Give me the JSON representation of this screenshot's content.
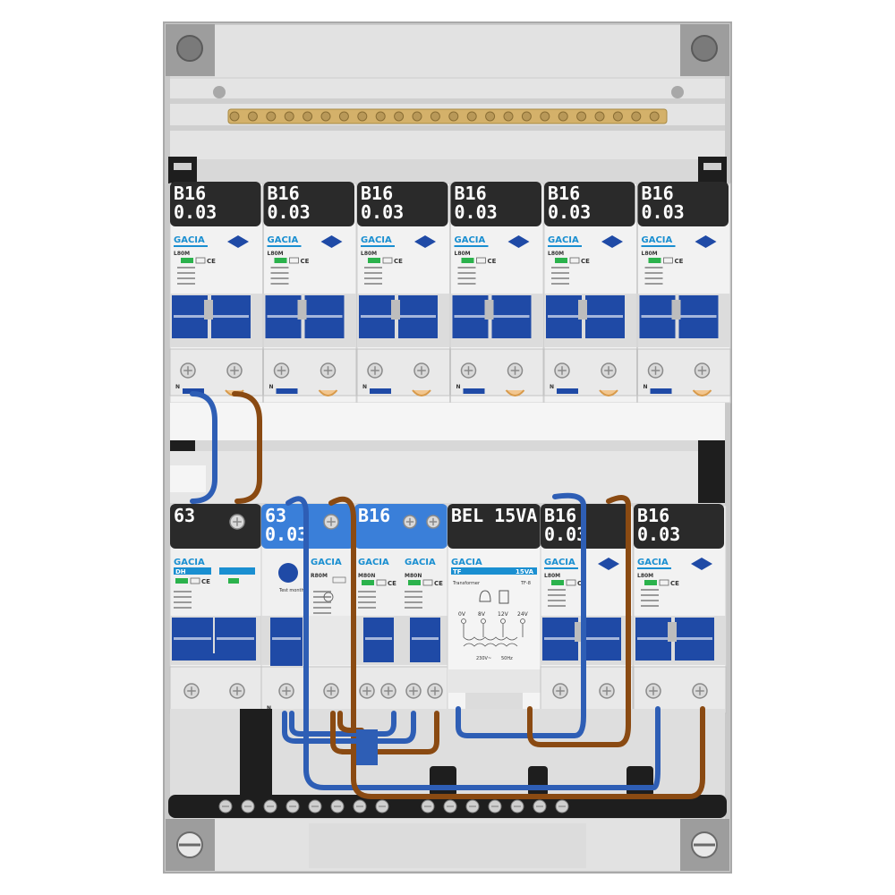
{
  "brand": "GACIA",
  "colors": {
    "breaker_blue": "#1f4aa6",
    "cyan_brand": "#1a8fd1",
    "brown_wire": "#8a4a12",
    "blue_wire": "#2e5eb5",
    "brass": "#c8a45a",
    "label_black": "#2a2a2a",
    "label_blue": "#3a7fd9"
  },
  "top_row": {
    "labels": [
      {
        "line1": "B16",
        "line2": "0.03"
      },
      {
        "line1": "B16",
        "line2": "0.03"
      },
      {
        "line1": "B16",
        "line2": "0.03"
      },
      {
        "line1": "B16",
        "line2": "0.03"
      },
      {
        "line1": "B16",
        "line2": "0.03"
      },
      {
        "line1": "B16",
        "line2": "0.03"
      }
    ],
    "model": "L80M",
    "terminal_mark": "N"
  },
  "bottom_row": {
    "labels": [
      {
        "line1": "63",
        "line2": "",
        "style": "black"
      },
      {
        "line1": "63",
        "line2": "0.03",
        "style": "blue"
      },
      {
        "line1": "B16",
        "line2": "",
        "style": "blue"
      },
      {
        "line1": "BEL 15VA",
        "line2": "",
        "style": "black"
      },
      {
        "line1": "B16",
        "line2": "0.03",
        "style": "black"
      },
      {
        "line1": "B16",
        "line2": "0.03",
        "style": "black"
      }
    ],
    "main_switch_model": "DH",
    "rcd_model": "R80M",
    "rcd_test_text": "Test monthly",
    "mcb_model_1": "M80N",
    "mcb_model_2": "M80N",
    "transformer": {
      "model": "TF",
      "rating": "15VA",
      "name": "Transformer",
      "type": "TF-8",
      "taps": [
        "0V",
        "8V",
        "12V",
        "24V"
      ],
      "input": "230V~",
      "freq": "50Hz"
    },
    "rcbo_model": "L80M"
  }
}
